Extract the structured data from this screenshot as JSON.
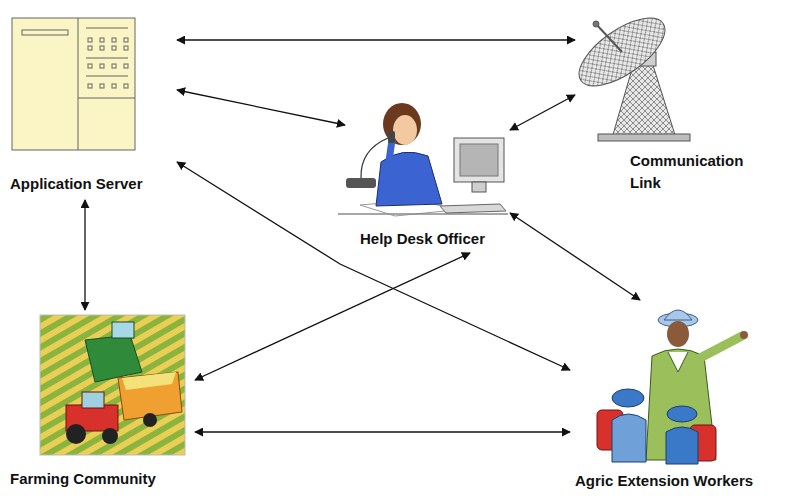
{
  "diagram": {
    "nodes": [
      {
        "text": [
          "Application Server"
        ]
      },
      {
        "text": [
          "Communication Link"
        ]
      },
      {
        "text": [
          "Help Desk Officer"
        ]
      },
      {
        "text": [
          "Farming Community"
        ]
      },
      {
        "text": [
          "Agric Extension Workers"
        ]
      }
    ],
    "edges": [
      {
        "from": 0,
        "to": 1,
        "arrow": "both"
      },
      {
        "from": 0,
        "to": 2,
        "arrow": "both"
      },
      {
        "from": 1,
        "to": 2,
        "arrow": "both"
      },
      {
        "from": 0,
        "to": 4,
        "arrow": "both"
      },
      {
        "from": 0,
        "to": 3,
        "arrow": "both"
      },
      {
        "from": 2,
        "to": 3,
        "arrow": "both"
      },
      {
        "from": 2,
        "to": 4,
        "arrow": "both"
      },
      {
        "from": 3,
        "to": 4,
        "arrow": "both"
      }
    ]
  }
}
